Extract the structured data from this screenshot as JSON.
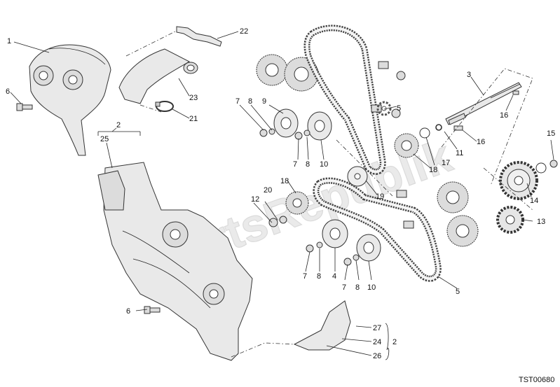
{
  "diagram": {
    "drawing_code": "TST00680",
    "watermark": "PartsRepublik",
    "callouts": {
      "c1": "1",
      "c2a": "2",
      "c2b": "2",
      "c3": "3",
      "c4": "4",
      "c5a": "5",
      "c5b": "5",
      "c6a": "6",
      "c6b": "6",
      "c7a": "7",
      "c7b": "7",
      "c7c": "7",
      "c7d": "7",
      "c8a": "8",
      "c8b": "8",
      "c8c": "8",
      "c8d": "8",
      "c9": "9",
      "c10a": "10",
      "c10b": "10",
      "c11": "11",
      "c12": "12",
      "c13": "13",
      "c14": "14",
      "c15": "15",
      "c16a": "16",
      "c16b": "16",
      "c17": "17",
      "c18a": "18",
      "c18b": "18",
      "c19": "19",
      "c20": "20",
      "c21": "21",
      "c22": "22",
      "c23": "23",
      "c24": "24",
      "c25": "25",
      "c26": "26",
      "c27": "27"
    }
  }
}
